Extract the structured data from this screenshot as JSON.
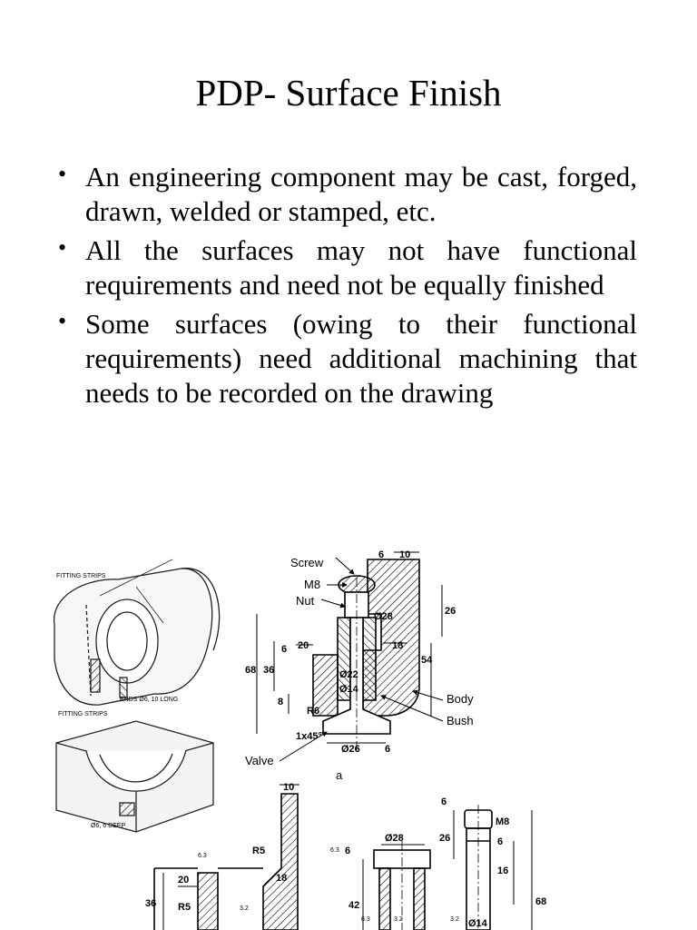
{
  "title": "PDP- Surface Finish",
  "bullets": [
    "An engineering component may be cast, forged, drawn, welded or stamped, etc.",
    "All the surfaces may not have functional requirements and need not be equally finished",
    "Some surfaces (owing to their functional requirements) need additional machining that needs to be recorded on the drawing"
  ],
  "bullet_symbol": "•",
  "figure": {
    "iso_labels": [
      "FITTING STRIPS",
      "FITTING STRIPS",
      "ENDS Ø6, 10 LONG",
      "Ø6, 6 DEEP"
    ],
    "assembly_labels": {
      "screw": "Screw",
      "m8": "M8",
      "nut": "Nut",
      "body": "Body",
      "bush": "Bush",
      "valve": "Valve",
      "caption": "a"
    },
    "assembly_dims": [
      "10",
      "6",
      "26",
      "Ø28",
      "18",
      "54",
      "20",
      "6",
      "36",
      "68",
      "Ø22",
      "Ø14",
      "8",
      "R6",
      "1x45°",
      "Ø26",
      "6"
    ],
    "detail_dims": [
      "10",
      "R5",
      "6.3",
      "20",
      "R5",
      "18",
      "36",
      "3.2",
      "Ø28",
      "6.3",
      "6",
      "42",
      "6.3",
      "3.2",
      "6",
      "M8",
      "26",
      "16",
      "6",
      "3.2",
      "Ø14",
      "68"
    ]
  }
}
